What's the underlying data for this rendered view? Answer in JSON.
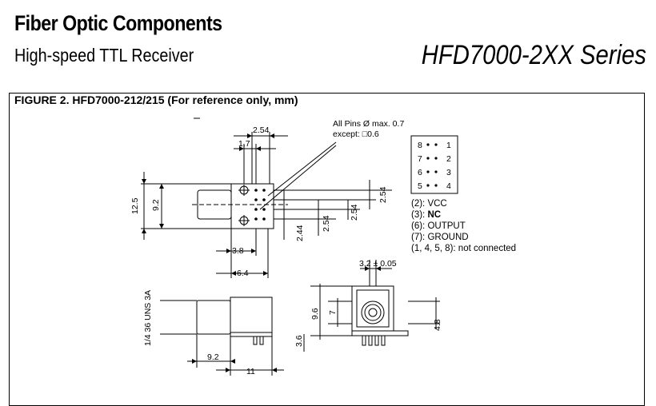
{
  "header": {
    "title": "Fiber Optic Components",
    "subtitle": "High-speed TTL Receiver",
    "series": "HFD7000-2XX Series"
  },
  "figure": {
    "caption": "FIGURE 2. HFD7000-212/215 (For reference only, mm)",
    "pins_note_line1": "All Pins Ø max. 0.7",
    "pins_note_line2": "except: □0.6",
    "pin_grid": [
      {
        "left": "8",
        "right": "1"
      },
      {
        "left": "7",
        "right": "2"
      },
      {
        "left": "6",
        "right": "3"
      },
      {
        "left": "5",
        "right": "4"
      }
    ],
    "pin_legend": [
      {
        "text": "(2): VCC"
      },
      {
        "prefix": "(3): ",
        "bold": "NC"
      },
      {
        "text": "(6): OUTPUT"
      },
      {
        "text": "(7): GROUND"
      },
      {
        "text": "(1, 4, 5, 8): not connected"
      }
    ],
    "dimensions": {
      "d_2_54_top": "2.54",
      "d_1_7": "1.7",
      "d_12_5": "12.5",
      "d_9_2_left": "9.2",
      "d_2_44": "2.44",
      "d_2_54_a": "2.54",
      "d_2_54_b": "2.54",
      "d_2_54_c": "2.54",
      "d_3_8": "3.8",
      "d_6_4": "6.4",
      "d_3_2": "3.2 ± 0.05",
      "d_thread": "1/4 36 UNS 3A",
      "d_9_2_bottom": "9.2",
      "d_11": "11",
      "d_9_6": "9.6",
      "d_7": "7",
      "d_3_6": "3.6",
      "d_4_8": "4.8"
    }
  }
}
